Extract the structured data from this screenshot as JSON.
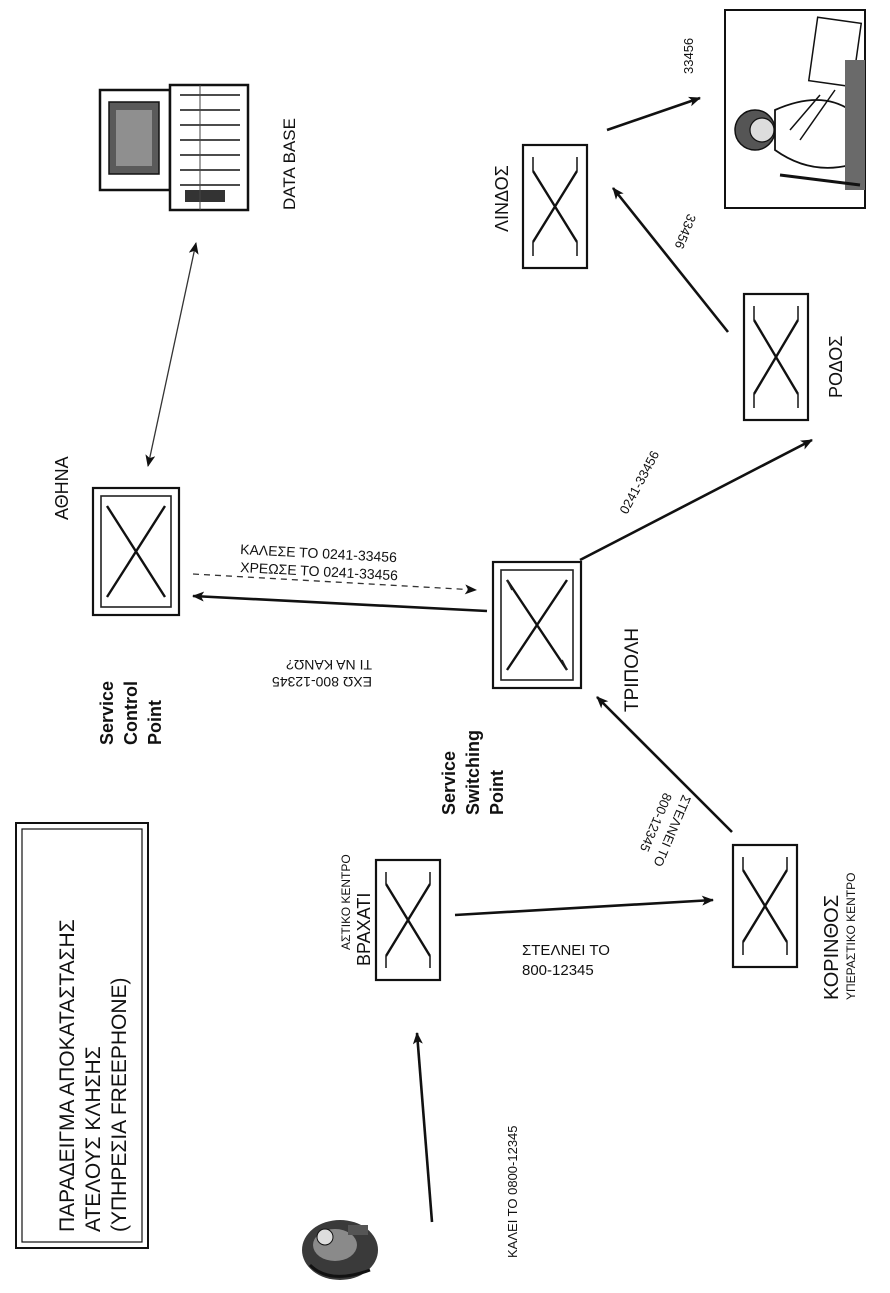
{
  "title_box": {
    "lines": [
      "ΠΑΡΑΔΕΙΓΜΑ ΑΠΟΚΑΤΑΣΤΑΣΗΣ",
      "ΑΤΕΛΟΥΣ ΚΛΗΣΗΣ",
      "(ΥΠΗΡΕΣΙΑ FREEPHONE)"
    ]
  },
  "nodes": {
    "vrachati": {
      "name": "ΒΡΑΧΑΤΙ",
      "sub": "ΑΣΤΙΚΟ ΚΕΝΤΡΟ"
    },
    "korinthos": {
      "name": "ΚΟΡΙΝΘΟΣ",
      "sub": "ΥΠΕΡΑΣΤΙΚΟ ΚΕΝΤΡΟ"
    },
    "tripoli": {
      "name": "ΤΡΙΠΟΛΗ"
    },
    "athina": {
      "name": "ΑΘΗΝΑ"
    },
    "rodos": {
      "name": "ΡΟΔΟΣ"
    },
    "lindos": {
      "name": "ΛΙΝΔΟΣ"
    },
    "database": {
      "name": "DATA BASE"
    }
  },
  "roles": {
    "ssp": [
      "Service",
      "Switching",
      "Point"
    ],
    "scp": [
      "Service",
      "Control",
      "Point"
    ]
  },
  "labels": {
    "caller": "ΚΑΛΕΙ ΤΟ 0800-12345",
    "to_korinthos": [
      "ΣΤΕΛΝΕΙ ΤΟ",
      "800-12345"
    ],
    "to_tripoli": [
      "ΣΤΕΛΝΕΙ ΤΟ",
      "800-12345"
    ],
    "query": [
      "ΕΧΩ 800-12345",
      "ΤΙ ΝΑ ΚΑΝΩ?"
    ],
    "reply": [
      "ΚΑΛΕΣΕ ΤΟ 0241-33456",
      "ΧΡΕΩΣΕ ΤΟ 0241-33456"
    ],
    "to_rodos": "0241-33456",
    "to_lindos": "33456",
    "to_subscriber": "33456"
  },
  "icons": {
    "caller": "person-phone-icon",
    "database": "computer-icon",
    "subscriber": "person-reading-icon"
  }
}
